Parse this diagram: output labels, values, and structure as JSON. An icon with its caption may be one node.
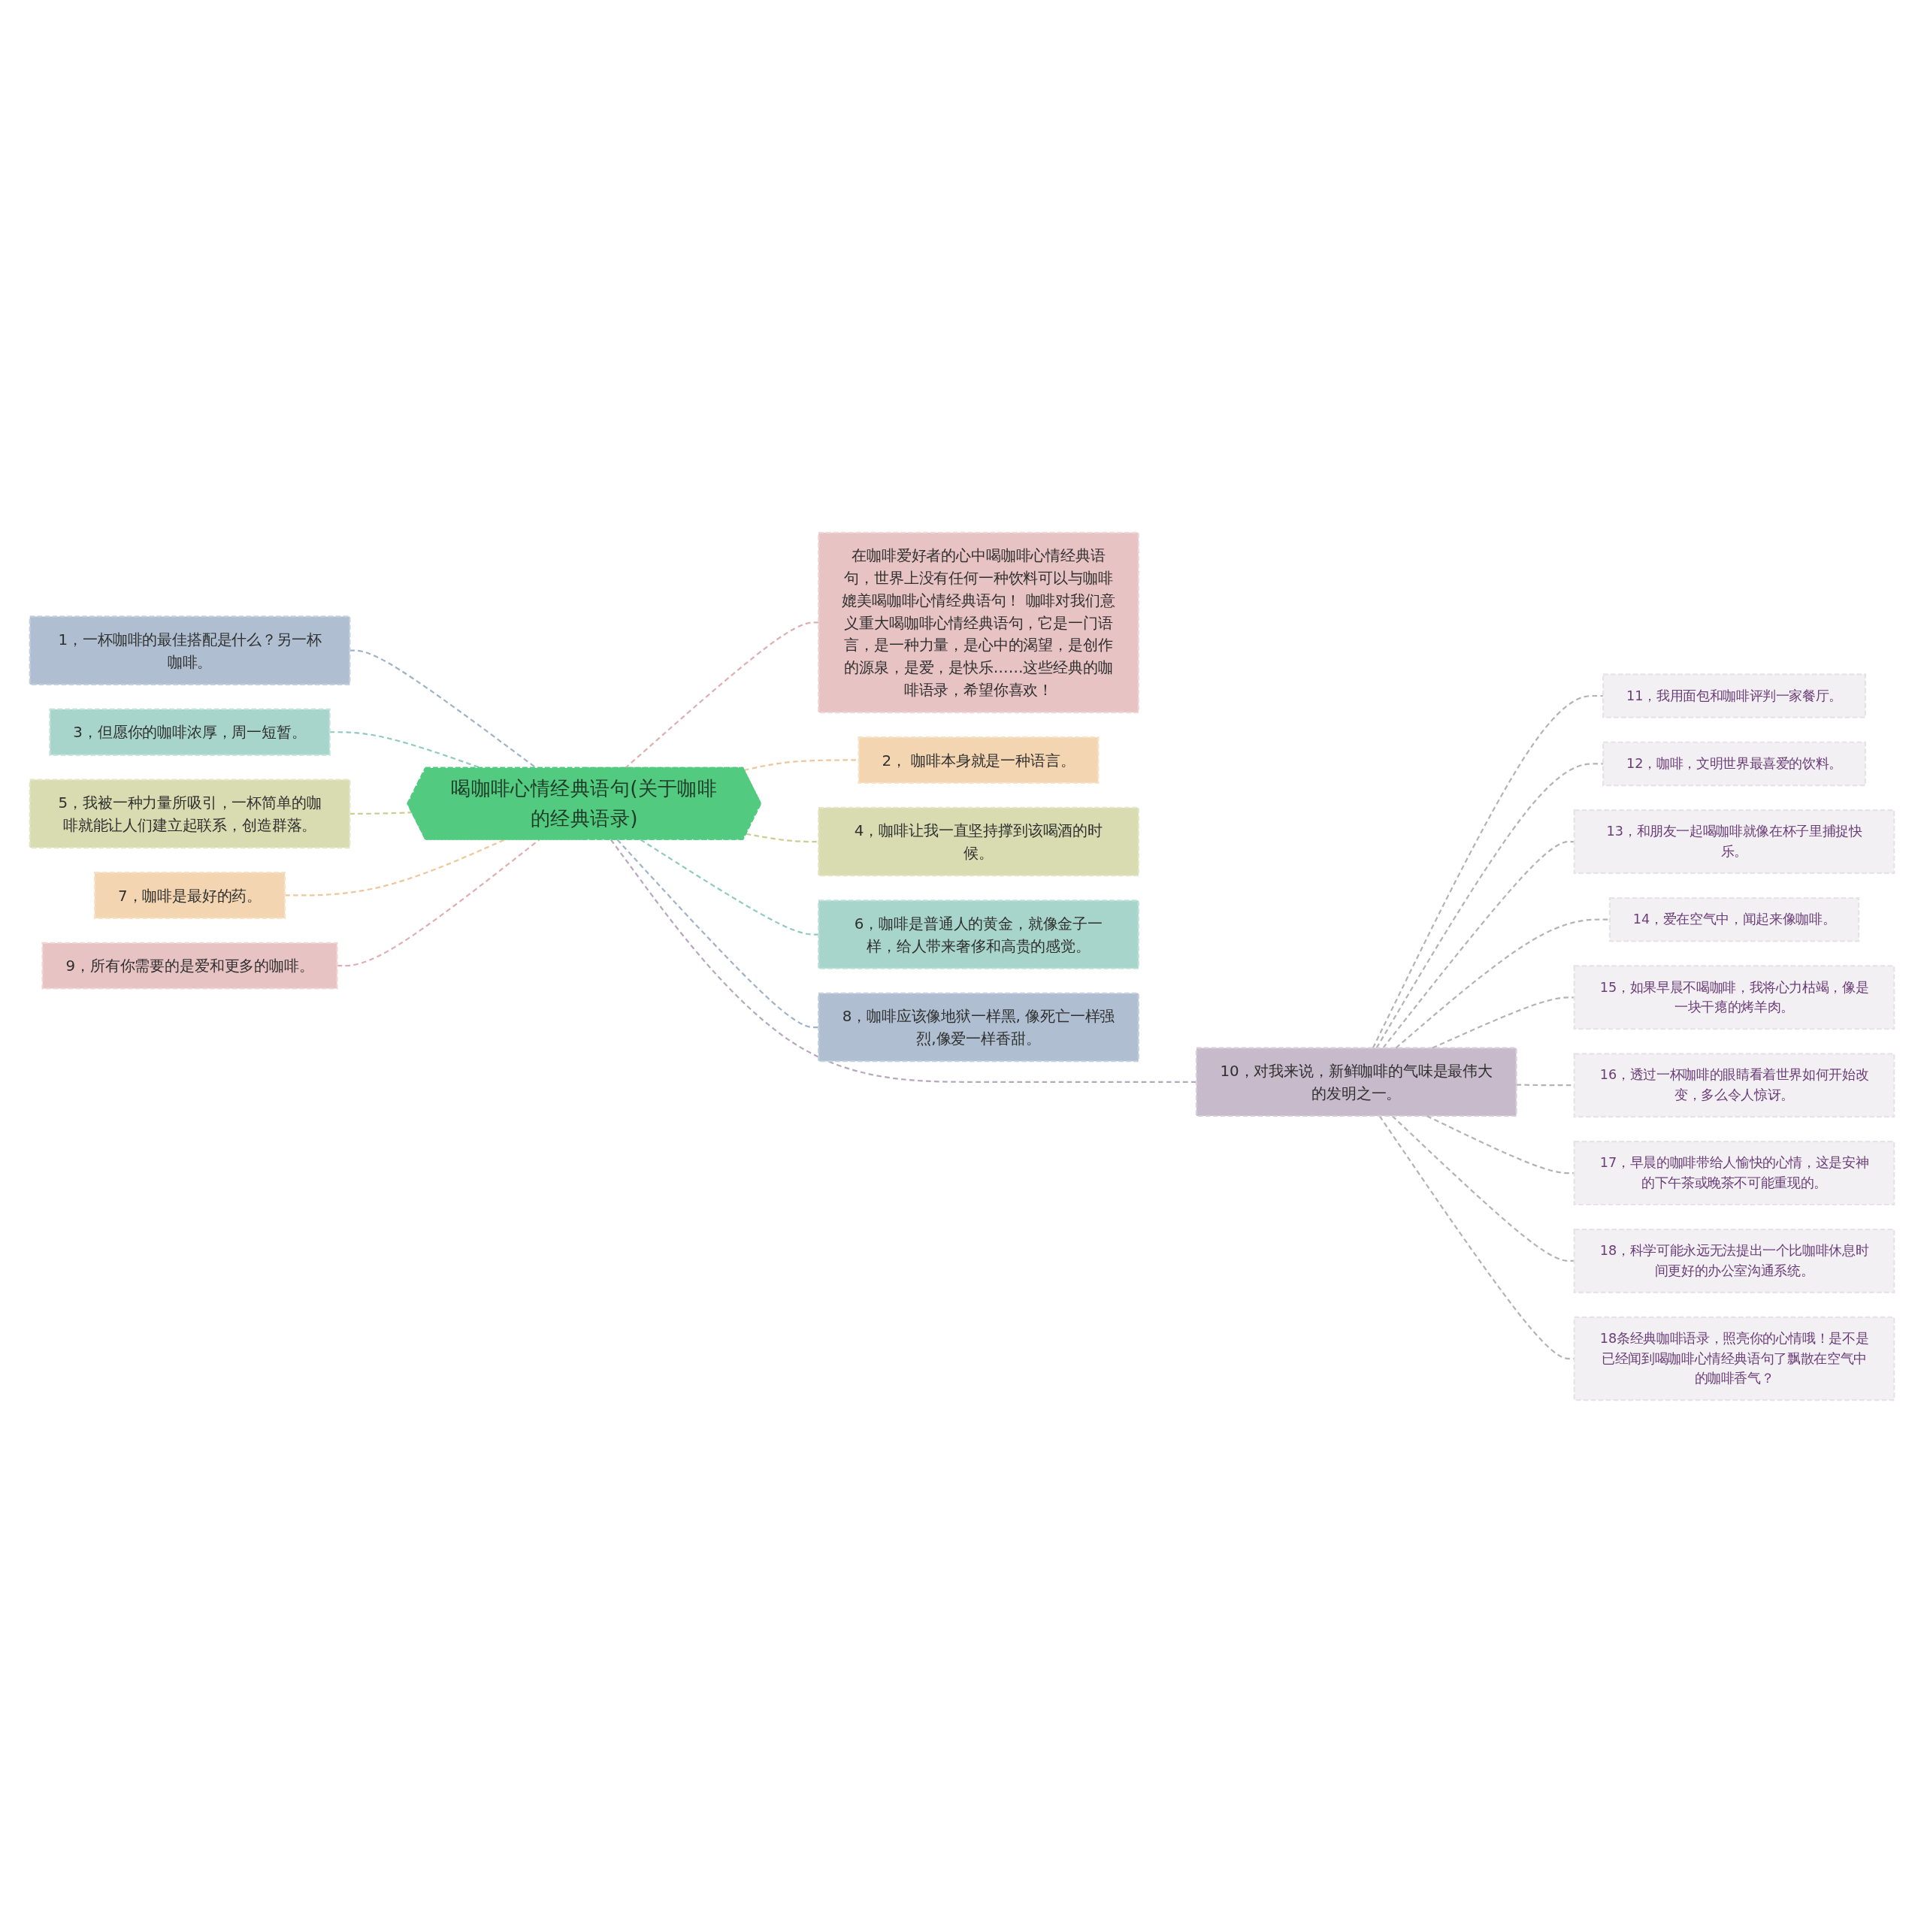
{
  "diagram": {
    "nodes": [
      {
        "text": [
          "喝咖啡心情经典语句(关于咖啡的经典语录)"
        ]
      },
      {
        "text": [
          "1，一杯咖啡的最佳搭配是什么？另一杯咖啡。"
        ]
      },
      {
        "text": [
          "3，但愿你的咖啡浓厚，周一短暂。"
        ]
      },
      {
        "text": [
          "5，我被一种力量所吸引，一杯简单的咖啡就能让人们建立起联系，创造群落。"
        ]
      },
      {
        "text": [
          "7，咖啡是最好的药。"
        ]
      },
      {
        "text": [
          "9，所有你需要的是爱和更多的咖啡。"
        ]
      },
      {
        "text": [
          "在咖啡爱好者的心中喝咖啡心情经典语句，世界上没有任何一种饮料可以与咖啡媲美喝咖啡心情经典语句！ 咖啡对我们意义重大喝咖啡心情经典语句，它是一门语言，是一种力量，是心中的渴望，是创作的源泉，是爱，是快乐……这些经典的咖啡语录，希望你喜欢！"
        ]
      },
      {
        "text": [
          "2， 咖啡本身就是一种语言。"
        ]
      },
      {
        "text": [
          "4，咖啡让我一直坚持撑到该喝酒的时候。"
        ]
      },
      {
        "text": [
          "6，咖啡是普通人的黄金，就像金子一样，给人带来奢侈和高贵的感觉。"
        ]
      },
      {
        "text": [
          "8，咖啡应该像地狱一样黑, 像死亡一样强烈,像爱一样香甜。"
        ]
      },
      {
        "text": [
          "10，对我来说，新鲜咖啡的气味是最伟大的发明之一。"
        ]
      },
      {
        "text": [
          "11，我用面包和咖啡评判一家餐厅。"
        ]
      },
      {
        "text": [
          "12，咖啡，文明世界最喜爱的饮料。"
        ]
      },
      {
        "text": [
          "13，和朋友一起喝咖啡就像在杯子里捕捉快乐。"
        ]
      },
      {
        "text": [
          "14，爱在空气中，闻起来像咖啡。"
        ]
      },
      {
        "text": [
          "15，如果早晨不喝咖啡，我将心力枯竭，像是一块干瘪的烤羊肉。"
        ]
      },
      {
        "text": [
          "16，透过一杯咖啡的眼睛看着世界如何开始改变，多么令人惊讶。"
        ]
      },
      {
        "text": [
          "17，早晨的咖啡带给人愉快的心情，这是安神的下午茶或晚茶不可能重现的。"
        ]
      },
      {
        "text": [
          "18，科学可能永远无法提出一个比咖啡休息时间更好的办公室沟通系统。"
        ]
      },
      {
        "text": [
          "18条经典咖啡语录，照亮你的心情哦！是不是已经闻到喝咖啡心情经典语句了飘散在空气中的咖啡香气？"
        ]
      }
    ],
    "edges": [
      {
        "from": 1,
        "to": 0,
        "arrow": "none",
        "style": "dashed",
        "color": "#9fb3c8"
      },
      {
        "from": 2,
        "to": 0,
        "arrow": "none",
        "style": "dashed",
        "color": "#8fcabd"
      },
      {
        "from": 3,
        "to": 0,
        "arrow": "none",
        "style": "dashed",
        "color": "#c9ce93"
      },
      {
        "from": 4,
        "to": 0,
        "arrow": "none",
        "style": "dashed",
        "color": "#eec69a"
      },
      {
        "from": 5,
        "to": 0,
        "arrow": "none",
        "style": "dashed",
        "color": "#e0aeb0"
      },
      {
        "from": 0,
        "to": 6,
        "arrow": "none",
        "style": "dashed",
        "color": "#e0aeb0"
      },
      {
        "from": 0,
        "to": 7,
        "arrow": "none",
        "style": "dashed",
        "color": "#eec69a"
      },
      {
        "from": 0,
        "to": 8,
        "arrow": "none",
        "style": "dashed",
        "color": "#c9ce93"
      },
      {
        "from": 0,
        "to": 9,
        "arrow": "none",
        "style": "dashed",
        "color": "#8fcabd"
      },
      {
        "from": 0,
        "to": 10,
        "arrow": "none",
        "style": "dashed",
        "color": "#9fb3c8"
      },
      {
        "from": 0,
        "to": 11,
        "arrow": "none",
        "style": "dashed",
        "color": "#b8a6bf"
      },
      {
        "from": 11,
        "to": 12,
        "arrow": "none",
        "style": "dashed"
      },
      {
        "from": 11,
        "to": 13,
        "arrow": "none",
        "style": "dashed"
      },
      {
        "from": 11,
        "to": 14,
        "arrow": "none",
        "style": "dashed"
      },
      {
        "from": 11,
        "to": 15,
        "arrow": "none",
        "style": "dashed"
      },
      {
        "from": 11,
        "to": 16,
        "arrow": "none",
        "style": "dashed"
      },
      {
        "from": 11,
        "to": 17,
        "arrow": "none",
        "style": "dashed"
      },
      {
        "from": 11,
        "to": 18,
        "arrow": "none",
        "style": "dashed"
      },
      {
        "from": 11,
        "to": 19,
        "arrow": "none",
        "style": "dashed"
      },
      {
        "from": 11,
        "to": 20,
        "arrow": "none",
        "style": "dashed"
      }
    ]
  }
}
